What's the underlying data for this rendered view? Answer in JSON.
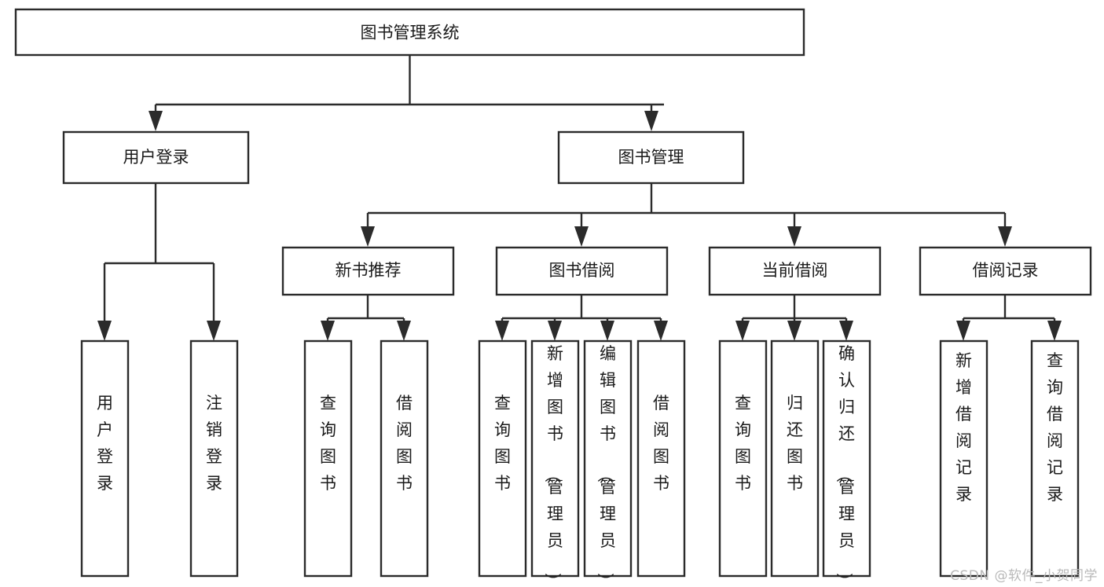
{
  "diagram": {
    "title": "图书管理系统",
    "type": "tree-hierarchy-diagram",
    "watermark": "CSDN @软件_小贺同学",
    "colors": {
      "box_stroke": "#2b2b2b",
      "box_fill": "#ffffff",
      "text": "#1a1a1a",
      "background": "#ffffff",
      "watermark": "#b9b9b9"
    },
    "root": {
      "label": "图书管理系统"
    },
    "level2": [
      {
        "label": "用户登录"
      },
      {
        "label": "图书管理"
      }
    ],
    "level3": [
      {
        "label": "新书推荐"
      },
      {
        "label": "图书借阅"
      },
      {
        "label": "当前借阅"
      },
      {
        "label": "借阅记录"
      }
    ],
    "leaves": {
      "user_login": [
        {
          "label": "用户登录"
        },
        {
          "label": "注销登录"
        }
      ],
      "new_book_recommend": [
        {
          "label": "查询图书"
        },
        {
          "label": "借阅图书"
        }
      ],
      "book_borrow": [
        {
          "label": "查询图书"
        },
        {
          "label": "新增图书（管理员）"
        },
        {
          "label": "编辑图书（管理员）"
        },
        {
          "label": "借阅图书"
        }
      ],
      "current_borrow": [
        {
          "label": "查询图书"
        },
        {
          "label": "归还图书"
        },
        {
          "label": "确认归还（管理员）"
        }
      ],
      "borrow_record": [
        {
          "label": "新增借阅记录"
        },
        {
          "label": "查询借阅记录"
        }
      ]
    }
  }
}
